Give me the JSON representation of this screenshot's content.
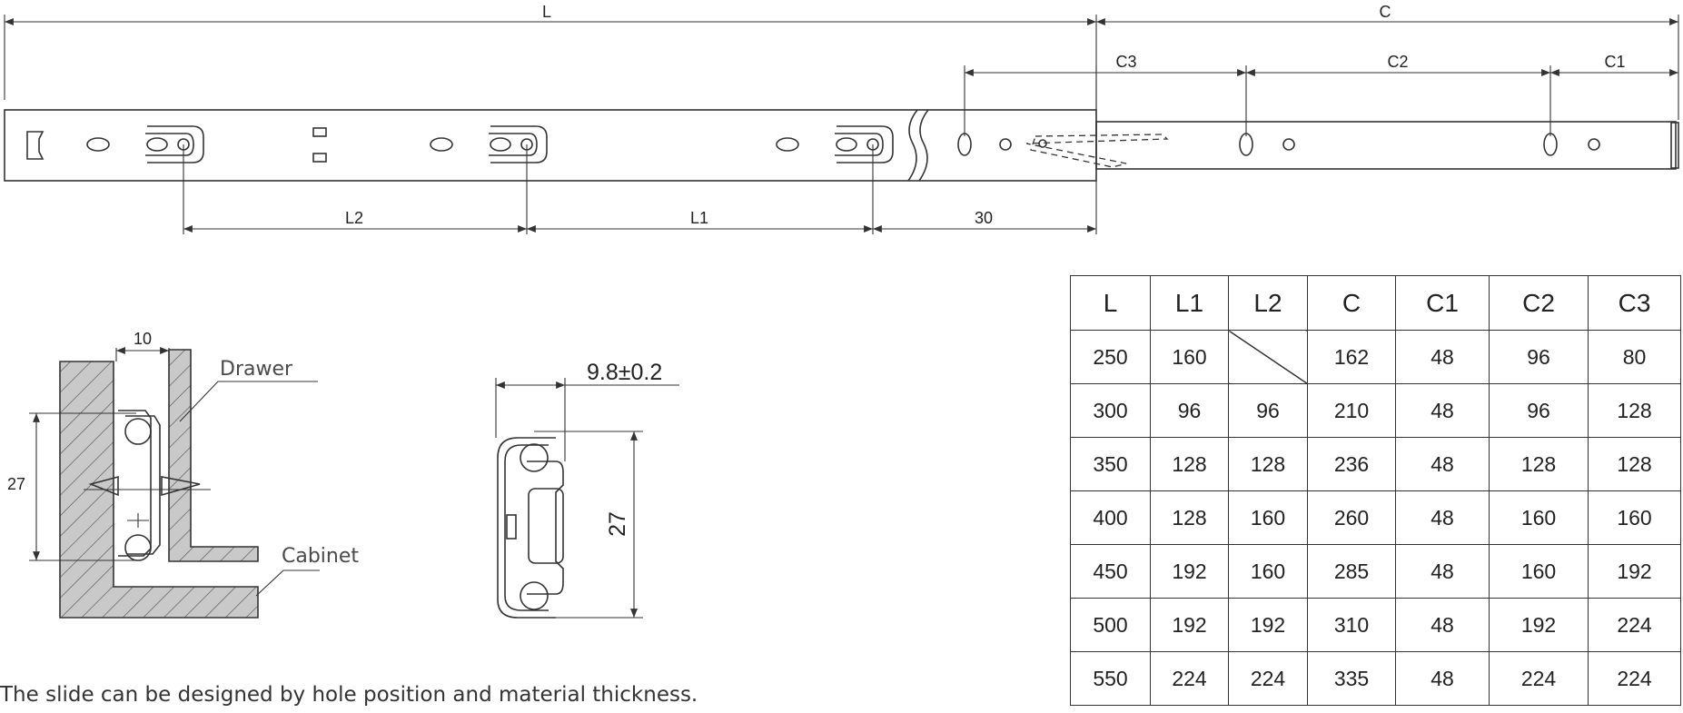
{
  "top_view": {
    "dims": {
      "L": "L",
      "C": "C",
      "C1": "C1",
      "C2": "C2",
      "C3": "C3",
      "L1": "L1",
      "L2": "L2",
      "offset": "30"
    }
  },
  "cross_section": {
    "width_dim": "10",
    "height_dim": "27",
    "drawer_label": "Drawer",
    "cabinet_label": "Cabinet"
  },
  "profile": {
    "thickness_dim": "9.8±0.2",
    "height_dim": "27"
  },
  "table": {
    "headers": [
      "L",
      "L1",
      "L2",
      "C",
      "C1",
      "C2",
      "C3"
    ],
    "rows": [
      [
        "250",
        "160",
        "",
        "162",
        "48",
        "96",
        "80"
      ],
      [
        "300",
        "96",
        "96",
        "210",
        "48",
        "96",
        "128"
      ],
      [
        "350",
        "128",
        "128",
        "236",
        "48",
        "128",
        "128"
      ],
      [
        "400",
        "128",
        "160",
        "260",
        "48",
        "160",
        "160"
      ],
      [
        "450",
        "192",
        "160",
        "285",
        "48",
        "160",
        "192"
      ],
      [
        "500",
        "192",
        "192",
        "310",
        "48",
        "192",
        "224"
      ],
      [
        "550",
        "224",
        "224",
        "335",
        "48",
        "224",
        "224"
      ]
    ]
  },
  "footer": "The slide can be designed by hole position and material thickness."
}
